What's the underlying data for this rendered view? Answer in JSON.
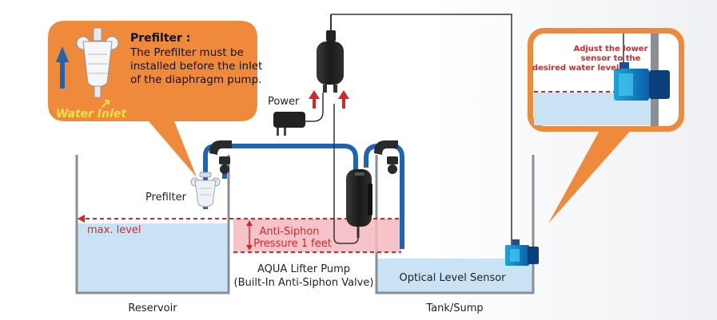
{
  "prefilter_callout": {
    "title": "Prefilter :",
    "body_lines": [
      "The Prefilter must be",
      "installed before the inlet",
      "of the diaphragm pump."
    ],
    "water_inlet": "Water Inlet"
  },
  "sensor_callout": {
    "lines": [
      "Adjust the lower",
      "sensor to the",
      "desired water level."
    ]
  },
  "labels": {
    "power": "Power",
    "prefilter": "Prefilter",
    "max_level": "max. level",
    "anti_siphon_line1": "Anti-Siphon",
    "anti_siphon_line2": "Pressure 1 feet",
    "pump_line1": "AQUA Lifter Pump",
    "pump_line2": "(Built-In Anti-Siphon Valve)",
    "optical_sensor": "Optical Level Sensor",
    "reservoir": "Reservoir",
    "tank": "Tank/Sump"
  },
  "colors": {
    "callout_orange": "#ef8a3c",
    "water": "#c9e3f5",
    "tube": "#1e64b4",
    "anti_siphon_zone": "#f4b8be",
    "red_dashed": "#d7262a",
    "wall": "#8a8f96"
  }
}
